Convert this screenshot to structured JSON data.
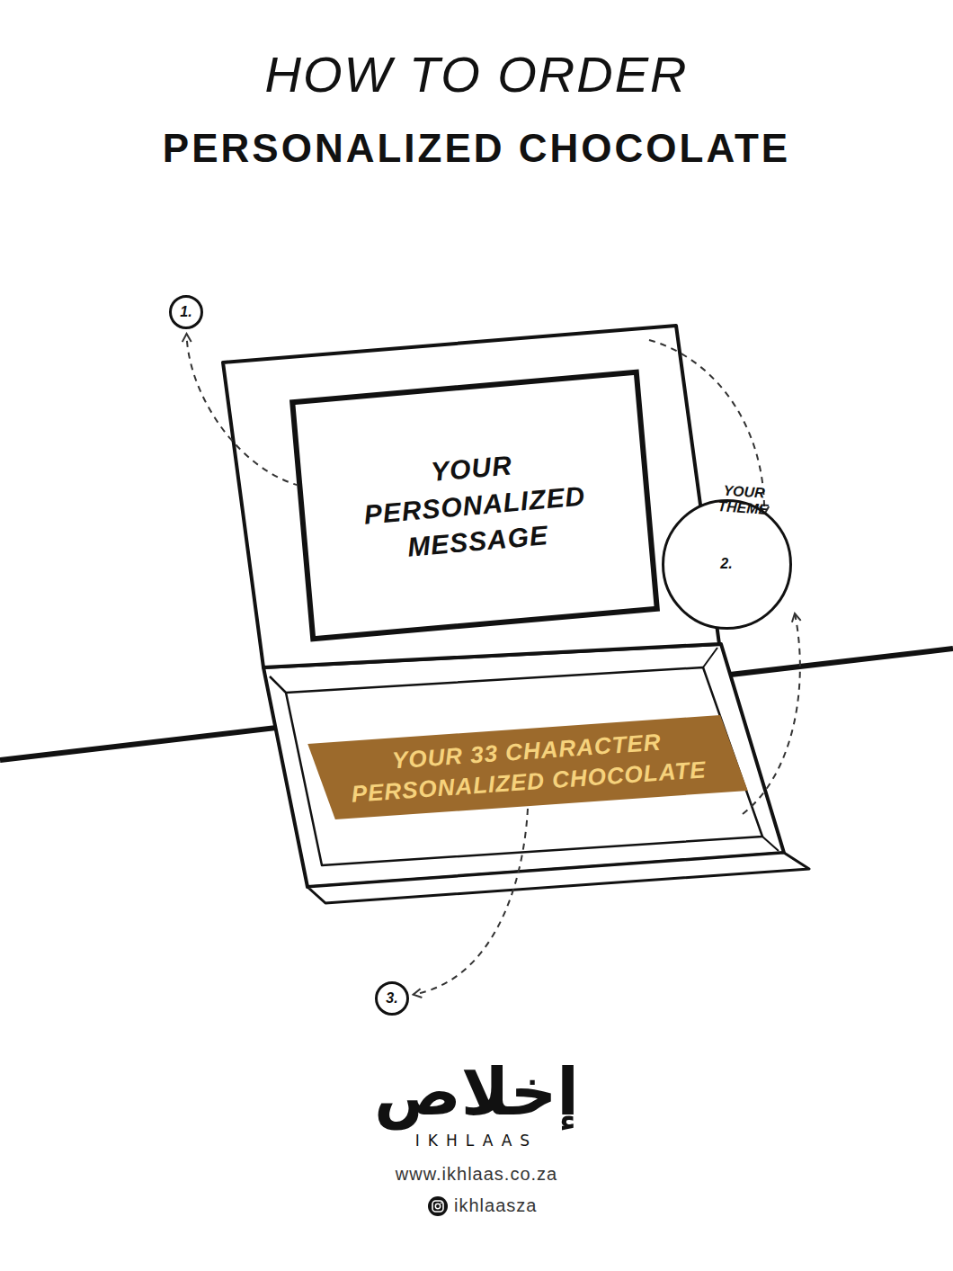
{
  "diagram": {
    "title": "HOW TO ORDER",
    "nodes": [
      {
        "text": [
          "1."
        ]
      },
      {
        "text": [
          "YOUR PERSONALIZED MESSAGE"
        ]
      },
      {
        "text": [
          "2.",
          "YOUR THEME"
        ]
      },
      {
        "text": [
          "YOUR 33 CHARACTER PERSONALIZED CHOCOLATE"
        ]
      },
      {
        "text": [
          "3."
        ]
      }
    ],
    "edges": [
      {
        "from": 1,
        "to": 0,
        "arrow": "to"
      },
      {
        "from": 3,
        "to": 4,
        "arrow": "to"
      }
    ],
    "labels": [
      "PERSONALIZED CHOCOLATE",
      "إخلاص",
      "IKHLAAS",
      "www.ikhlaas.co.za",
      "ikhlaasza"
    ]
  }
}
